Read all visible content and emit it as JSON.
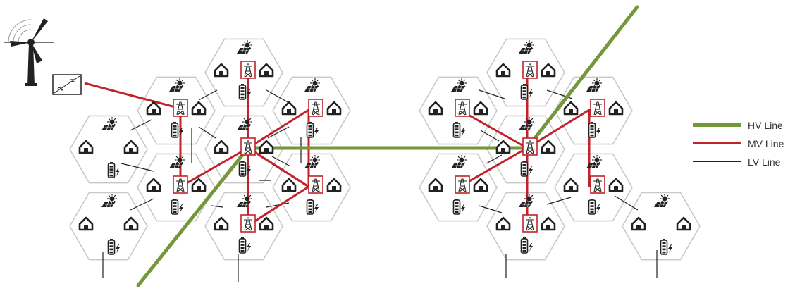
{
  "legend": {
    "hv_label": "HV Line",
    "mv_label": "MV Line",
    "lv_label": "LV Line"
  },
  "colors": {
    "hv_line": "#76963a",
    "mv_line": "#c0232a",
    "lv_line": "#222222",
    "hex_border": "#c8c8c8"
  },
  "icons": [
    "wind-turbine-icon",
    "inverter-icon",
    "solar-panel-icon",
    "house-icon",
    "battery-icon",
    "substation-icon"
  ]
}
